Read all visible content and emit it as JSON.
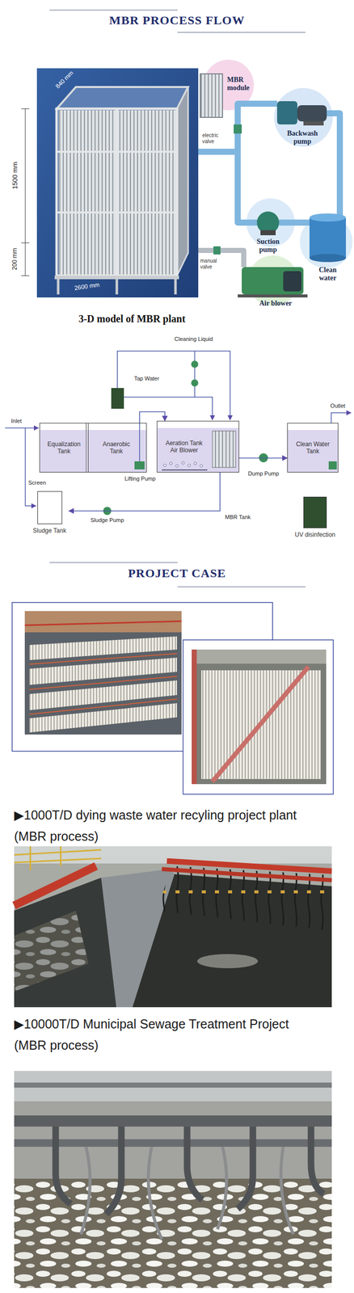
{
  "diagram": {
    "title": "MBR PROCESS FLOW",
    "nodes": [
      {
        "text": [
          "Equalization Tank"
        ]
      },
      {
        "text": [
          "Anaerobic Tank"
        ]
      },
      {
        "text": [
          "Aeration Tank Air Blower"
        ]
      },
      {
        "text": [
          "Clean Water Tank"
        ]
      },
      {
        "text": [
          "Sludge Tank"
        ]
      },
      {
        "text": [
          "UV disinfection"
        ]
      }
    ],
    "edges": [
      {
        "from": 1,
        "to": 2,
        "arrow": "to"
      },
      {
        "from": 2,
        "to": 3,
        "arrow": "to"
      },
      {
        "from": 2,
        "to": 4,
        "arrow": "to"
      }
    ],
    "labels": [
      "840 mm",
      "1500 mm",
      "200 mm",
      "2600 mm",
      "MBR module",
      "electric valve",
      "Backwash pump",
      "Suction pump",
      "Clean water",
      "manual valve",
      "Air blower",
      "3-D model of MBR plant",
      "Cleaning Liquid",
      "Tap Water",
      "Inlet",
      "Screen",
      "Lifting Pump",
      "Dump Pump",
      "Outlet",
      "MBR Tank",
      "Sludge Pump",
      "PROJECT CASE",
      "▶1000T/D dying waste water recyling project plant (MBR process)",
      "▶10000T/D Municipal Sewage Treatment Project (MBR process)"
    ]
  }
}
